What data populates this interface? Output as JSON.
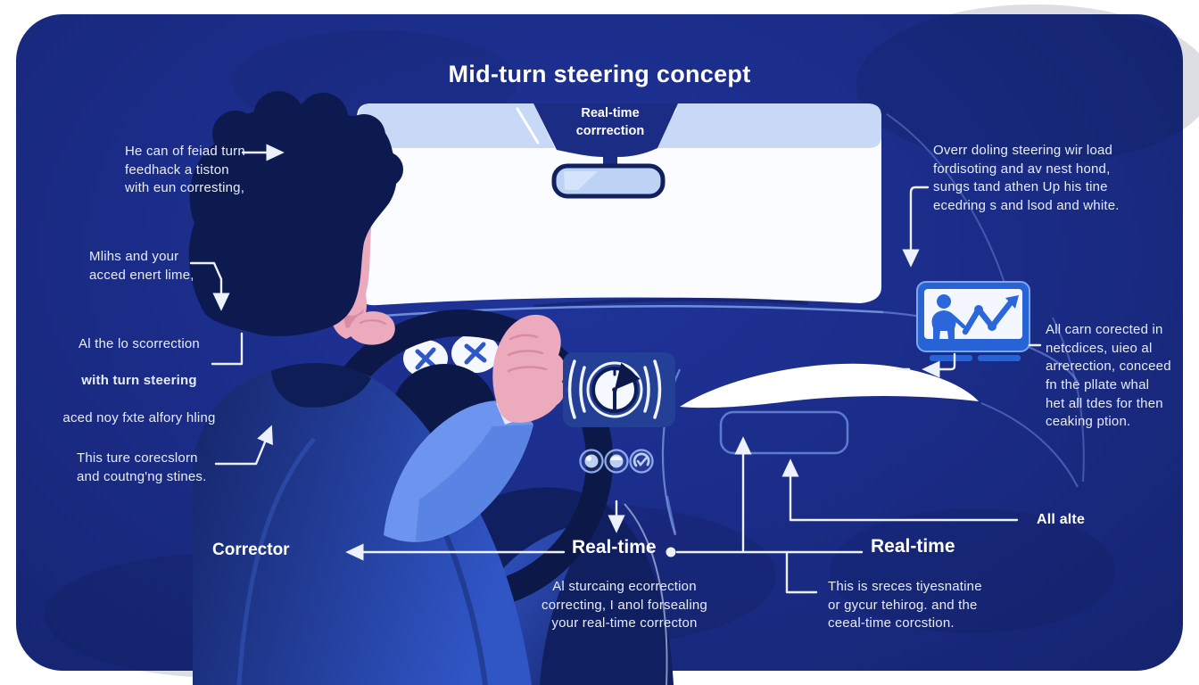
{
  "title": "Mid-turn steering concept",
  "windshield": {
    "label": "Real-time\ncorrrection"
  },
  "annotations": {
    "top_left": "He can of feiad turn\nfeedhack a tiston\nwith eun corresting,",
    "mid_left_upper": "Mlihs and your\nacced enert lime,",
    "mid_left_line1": "Al the lo scorrection",
    "mid_left_line2": "with turn steering",
    "mid_left_line3": "aced noy fxte alfory hling",
    "lower_left": "This ture corecslorn\nand coutng'ng stines.",
    "top_right": "Overr doling steering wir load\nfordisoting and av nest hond,\nsungs tand athen Up his tine\necedring s and lsod and white.",
    "mid_right": "All carn corected in\nnetcdices, uieo al\narrerection, conceed\nfn the pllate whal\nhet all tdes for then\nceaking ption.",
    "right_lower": "All alte",
    "bottom_center": "Al sturcaing ecorrection\ncorrecting, I anol forsealing\nyour real-time correcton",
    "bottom_right": "This is sreces tiyesnatine\nor gycur tehirog. and the\nceeal-time corcstion."
  },
  "labels": {
    "corrector": "Corrector",
    "real_time_left": "Real-time",
    "real_time_right": "Real-time"
  },
  "icons": {
    "rearview_mirror": "rearview-mirror",
    "clock_display": "clock-with-vibration-waves",
    "dashboard_buttons": "three-dial-buttons",
    "monitor_chart": "presentation-line-chart"
  },
  "palette": {
    "card_bg": "#1b2c85",
    "line": "#edf1fd",
    "light_blue": "#c8d9f8",
    "accent_blue": "#2b67da",
    "skin": "#ecaabd",
    "dark_navy": "#0d1a4f",
    "sleeve": "#6d94ee"
  }
}
